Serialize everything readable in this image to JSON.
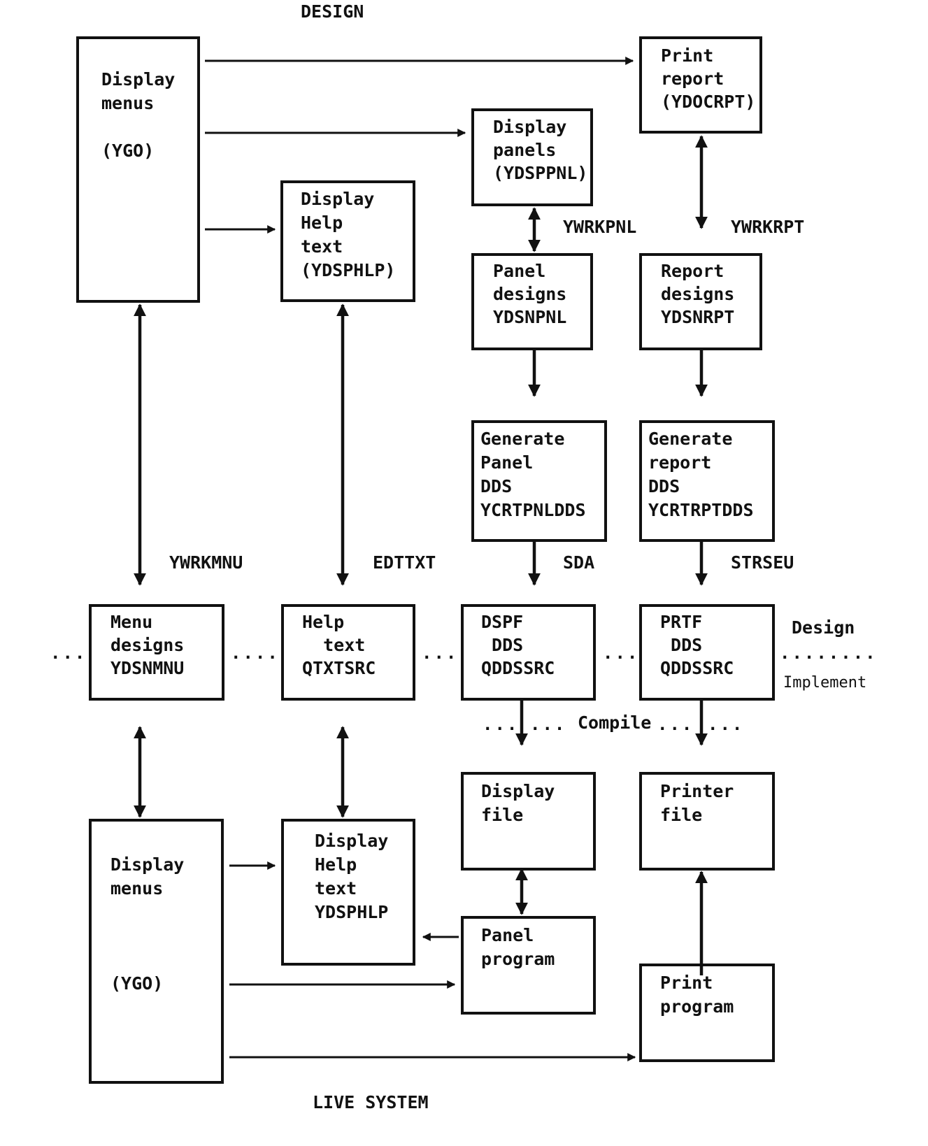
{
  "title_top": "DESIGN",
  "title_bottom": "LIVE SYSTEM",
  "phase_labels": {
    "design": "Design",
    "separator": "........",
    "implement": "Implement"
  },
  "compile_label": "Compile",
  "nodes": [
    {
      "id": "display-menus-design",
      "lines": [
        "Display",
        "menus",
        "",
        "(YGO)"
      ]
    },
    {
      "id": "print-report",
      "lines": [
        "Print",
        "report",
        "(YDOCRPT)"
      ]
    },
    {
      "id": "display-panels",
      "lines": [
        "Display",
        "panels",
        "(YDSPPNL)"
      ]
    },
    {
      "id": "display-help-design",
      "lines": [
        "Display",
        "Help",
        "text",
        "(YDSPHLP)"
      ]
    },
    {
      "id": "panel-designs",
      "lines": [
        "Panel",
        "designs",
        "YDSNPNL"
      ]
    },
    {
      "id": "report-designs",
      "lines": [
        "Report",
        "designs",
        "YDSNRPT"
      ]
    },
    {
      "id": "generate-panel-dds",
      "lines": [
        "Generate",
        "Panel",
        "DDS",
        "YCRTPNLDDS"
      ]
    },
    {
      "id": "generate-report-dds",
      "lines": [
        "Generate",
        "report",
        "DDS",
        "YCRTRPTDDS"
      ]
    },
    {
      "id": "menu-designs",
      "lines": [
        "Menu",
        "designs",
        "YDSNMNU"
      ]
    },
    {
      "id": "help-text-src",
      "lines": [
        "Help",
        "  text",
        "QTXTSRC"
      ]
    },
    {
      "id": "dspf-dds",
      "lines": [
        "DSPF",
        " DDS",
        "QDDSSRC"
      ]
    },
    {
      "id": "prtf-dds",
      "lines": [
        "PRTF",
        " DDS",
        "QDDSSRC"
      ]
    },
    {
      "id": "display-file",
      "lines": [
        "Display",
        "file"
      ]
    },
    {
      "id": "printer-file",
      "lines": [
        "Printer",
        "file"
      ]
    },
    {
      "id": "display-menus-live",
      "lines": [
        "Display",
        "menus",
        "",
        "",
        "",
        "(YGO)"
      ]
    },
    {
      "id": "display-help-live",
      "lines": [
        "Display",
        "Help",
        "text",
        "YDSPHLP"
      ]
    },
    {
      "id": "panel-program",
      "lines": [
        "Panel",
        "program"
      ]
    },
    {
      "id": "print-program",
      "lines": [
        "Print",
        "program"
      ]
    }
  ],
  "edge_labels": {
    "ywrkpnl": "YWRKPNL",
    "ywrkrpt": "YWRKRPT",
    "ywrkmnu": "YWRKMNU",
    "edttxt": "EDTTXT",
    "sda": "SDA",
    "strseu": "STRSEU"
  },
  "dot_leaders": [
    "...",
    "....",
    "...",
    "...",
    "...",
    "...",
    "..."
  ]
}
